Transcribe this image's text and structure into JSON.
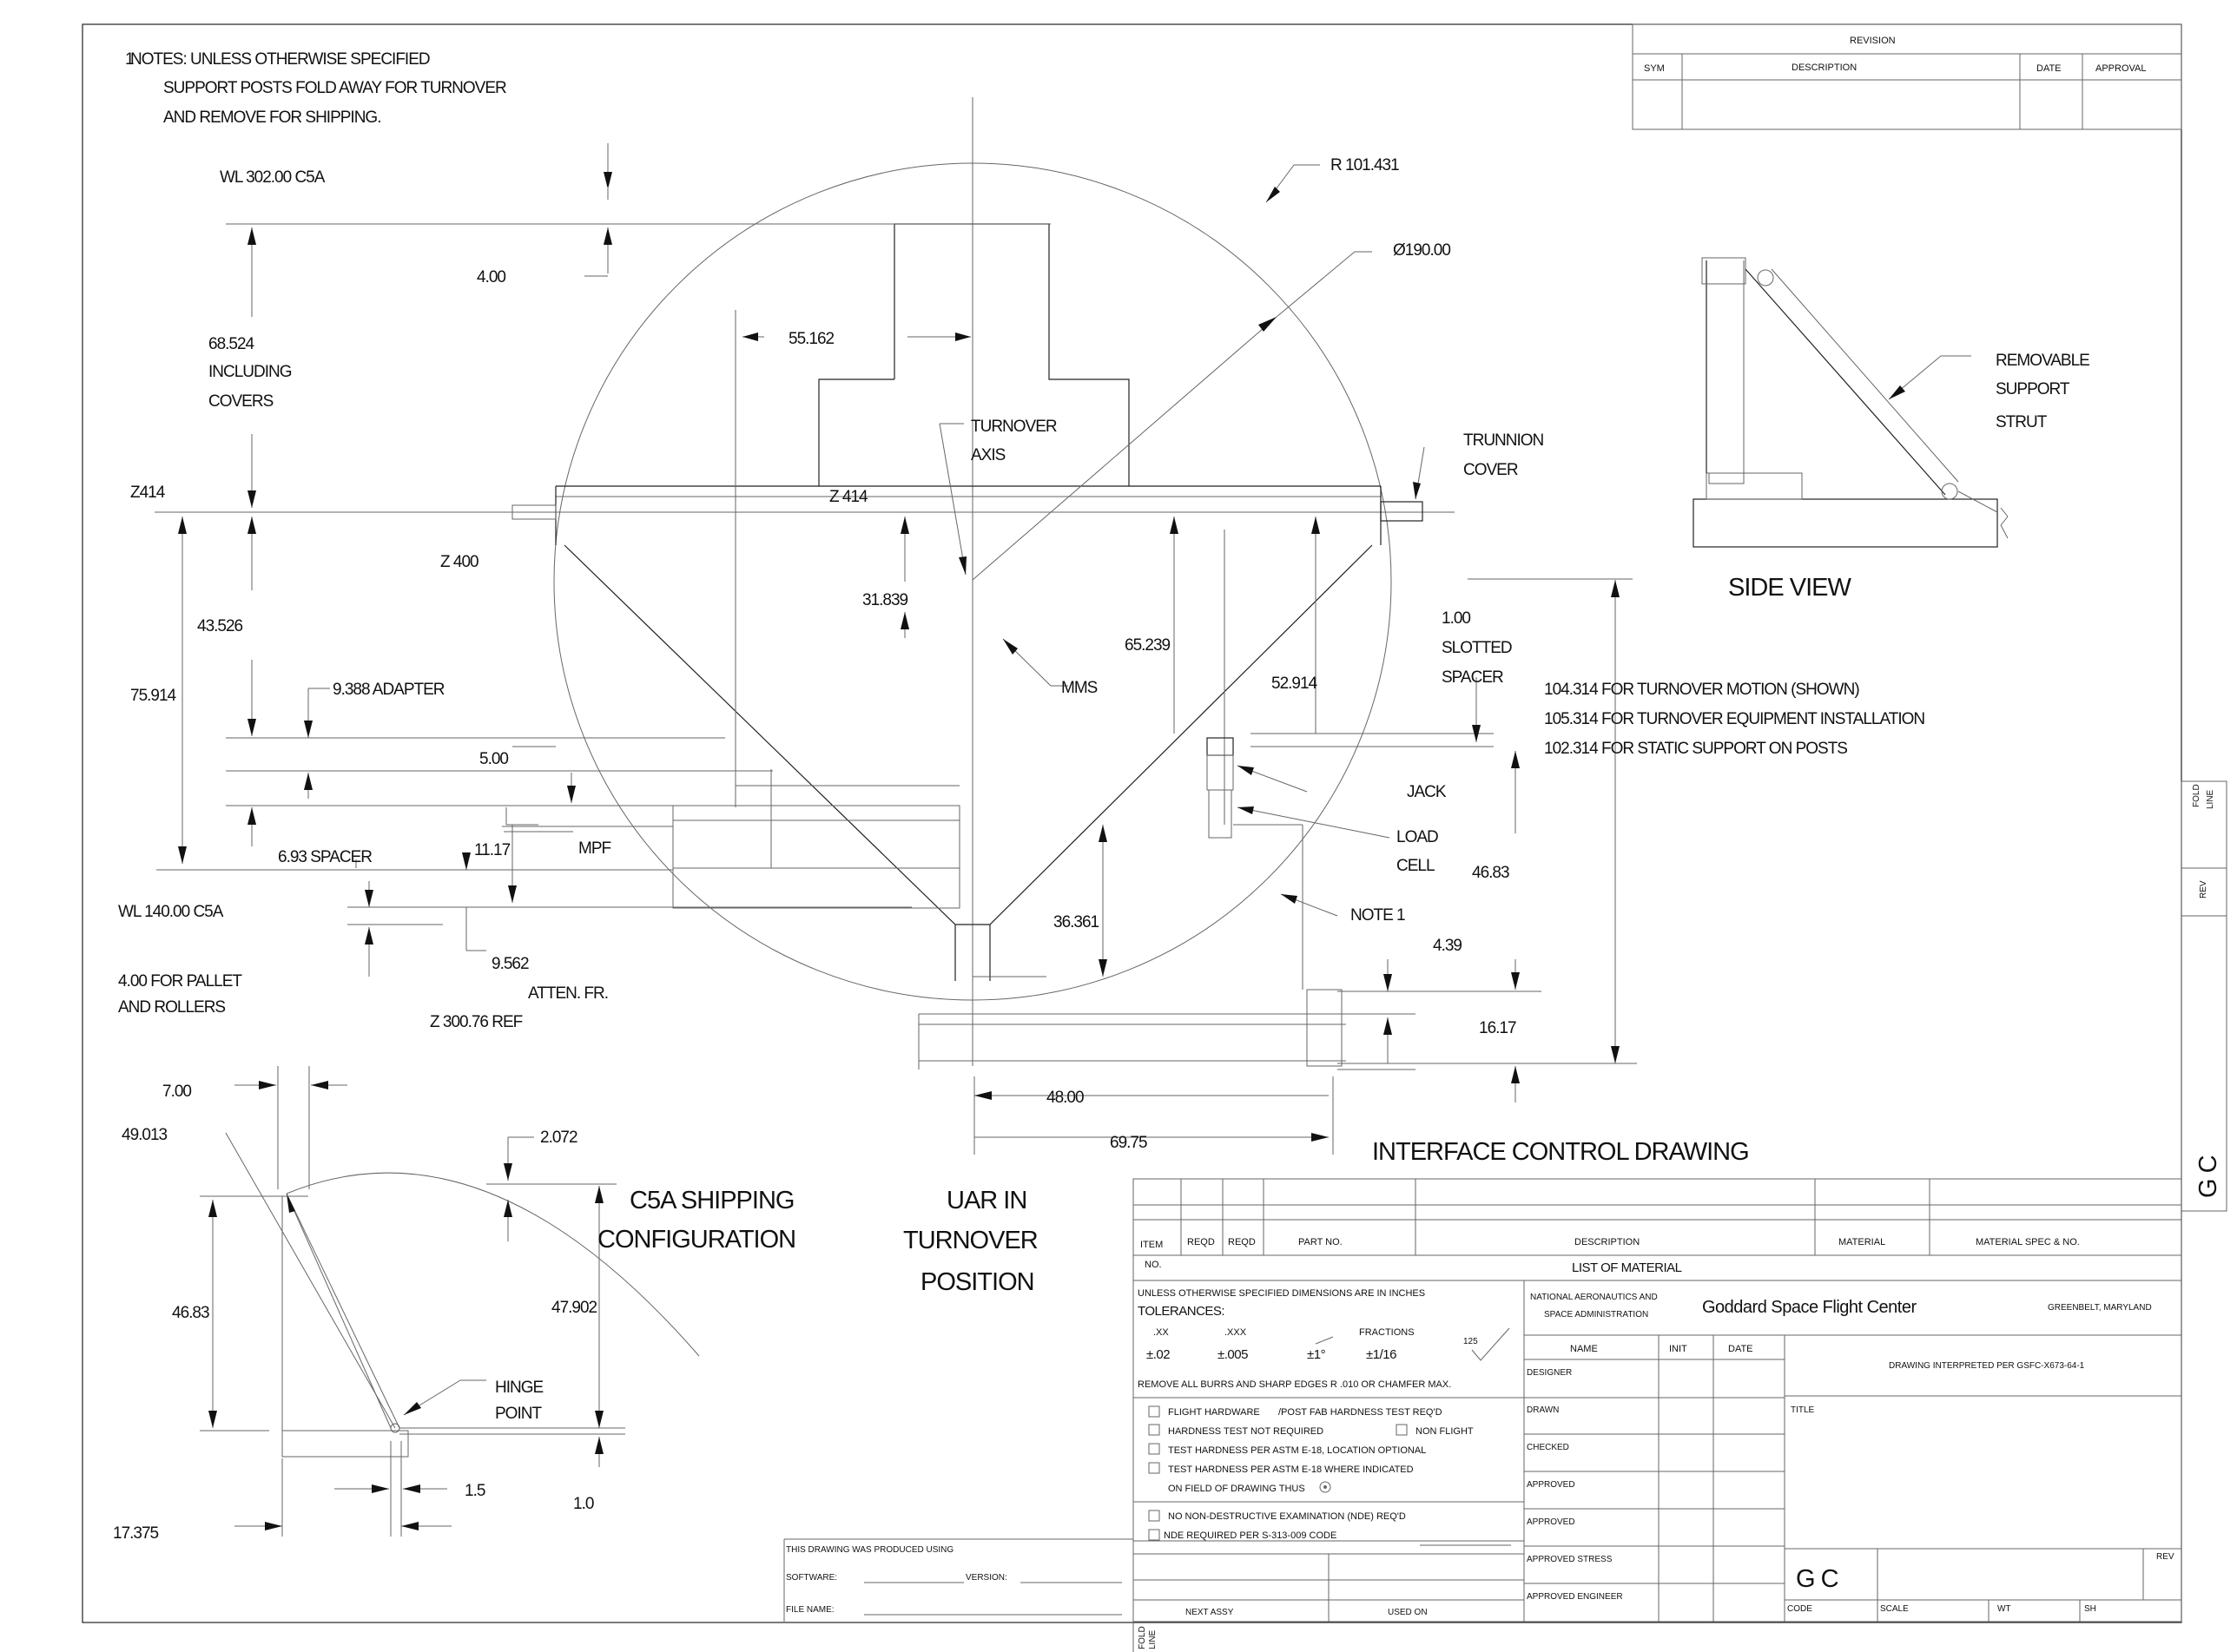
{
  "notes": {
    "num": "1",
    "header": "NOTES: UNLESS OTHERWISE SPECIFIED",
    "line1": "SUPPORT POSTS FOLD AWAY FOR TURNOVER",
    "line2": "AND REMOVE FOR SHIPPING."
  },
  "revision": {
    "title": "REVISION",
    "sym": "SYM",
    "description": "DESCRIPTION",
    "date": "DATE",
    "approval": "APPROVAL"
  },
  "dims": {
    "wl302": "WL 302.00 C5A",
    "d400top": "4.00",
    "d68": "68.524",
    "including": "INCLUDING",
    "covers": "COVERS",
    "z414left": "Z414",
    "z414": "Z 414",
    "z400": "Z 400",
    "d43": "43.526",
    "d75": "75.914",
    "d9388": "9.388 ADAPTER",
    "d500": "5.00",
    "d693": "6.93 SPACER",
    "d1117": "11.17",
    "mpf": "MPF",
    "wl140": "WL 140.00 C5A",
    "d9562": "9.562",
    "pallet1": "4.00 FOR PALLET",
    "pallet2": "AND ROLLERS",
    "atten": "ATTEN. FR.",
    "z300": "Z 300.76 REF",
    "d55": "55.162",
    "turnover1": "TURNOVER",
    "turnover2": "AXIS",
    "d31": "31.839",
    "mms": "MMS",
    "d65": "65.239",
    "d52": "52.914",
    "d36": "36.361",
    "r101": "R 101.431",
    "dia190": "Ø190.00",
    "trunnion1": "TRUNNION",
    "trunnion2": "COVER",
    "slot1": "1.00",
    "slot2": "SLOTTED",
    "slot3": "SPACER",
    "t104": "104.314 FOR TURNOVER MOTION (SHOWN)",
    "t105": "105.314 FOR TURNOVER EQUIPMENT INSTALLATION",
    "t102": "102.314 FOR STATIC SUPPORT ON POSTS",
    "jack": "JACK",
    "load1": "LOAD",
    "load2": "CELL",
    "d4683r": "46.83",
    "note1": "NOTE 1",
    "d439": "4.39",
    "d1617": "16.17",
    "d4800": "48.00",
    "d6975": "69.75",
    "d700": "7.00",
    "d49": "49.013",
    "d2072": "2.072",
    "d4683": "46.83",
    "d47": "47.902",
    "hinge1": "HINGE",
    "hinge2": "POINT",
    "d15": "1.5",
    "d10": "1.0",
    "d17": "17.375"
  },
  "side_view": {
    "title": "SIDE VIEW",
    "strut1": "REMOVABLE",
    "strut2": "SUPPORT",
    "strut3": "STRUT"
  },
  "captions": {
    "c5a1": "C5A SHIPPING",
    "c5a2": "CONFIGURATION",
    "uar1": "UAR IN",
    "uar2": "TURNOVER",
    "uar3": "POSITION",
    "icd": "INTERFACE CONTROL DRAWING"
  },
  "title_block": {
    "item": "ITEM",
    "no": "NO.",
    "reqd1": "REQD",
    "reqd2": "REQD",
    "partno": "PART NO.",
    "description": "DESCRIPTION",
    "material": "MATERIAL",
    "spec": "MATERIAL SPEC & NO.",
    "list": "LIST OF MATERIAL",
    "unless": "UNLESS OTHERWISE SPECIFIED DIMENSIONS ARE IN INCHES",
    "tol": "TOLERANCES:",
    "xx": ".XX",
    "xxx": ".XXX",
    "fractions": "FRACTIONS",
    "finish": "125",
    "txx": "±.02",
    "txxx": "±.005",
    "tang": "±1°",
    "tfrac": "±1/16",
    "burrs": "REMOVE ALL BURRS AND SHARP EDGES R .010 OR CHAMFER MAX.",
    "nasa1": "NATIONAL AERONAUTICS AND",
    "nasa2": "SPACE ADMINISTRATION",
    "gsfc": "Goddard Space Flight Center",
    "greenbelt": "GREENBELT, MARYLAND",
    "name": "NAME",
    "init": "INIT",
    "date": "DATE",
    "interp": "DRAWING INTERPRETED PER GSFC-X673-64-1",
    "designer": "DESIGNER",
    "drawn": "DRAWN",
    "checked": "CHECKED",
    "approved1": "APPROVED",
    "approved2": "APPROVED",
    "approved_stress": "APPROVED STRESS",
    "approved_eng": "APPROVED ENGINEER",
    "title": "TITLE",
    "flight": "FLIGHT HARDWARE",
    "postfab": "/POST FAB HARDNESS TEST REQ'D",
    "hardness_nr": "HARDNESS TEST NOT REQUIRED",
    "nonflight": "NON FLIGHT",
    "astm1": "TEST HARDNESS PER ASTM E-18, LOCATION OPTIONAL",
    "astm2": "TEST HARDNESS PER ASTM E-18 WHERE INDICATED",
    "onfield": "ON FIELD OF DRAWING THUS",
    "nde1": "NO NON-DESTRUCTIVE EXAMINATION (NDE) REQ'D",
    "nde2": "NDE REQUIRED PER S-313-009 CODE",
    "produced": "THIS DRAWING WAS PRODUCED USING",
    "software": "SOFTWARE:",
    "version": "VERSION:",
    "filename": "FILE NAME:",
    "nextassy": "NEXT ASSY",
    "usedon": "USED ON",
    "gc": "G C",
    "rev": "REV",
    "code": "CODE",
    "scale": "SCALE",
    "wt": "WT",
    "sh": "SH",
    "fold1": "FOLD",
    "fold2": "LINE",
    "revside": "REV",
    "gcside": "G C"
  }
}
